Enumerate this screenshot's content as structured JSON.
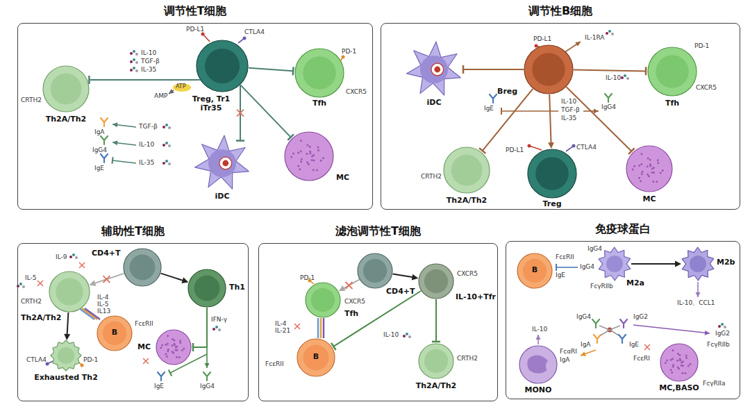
{
  "diagram": {
    "nodes": [
      {
        "text": [
          "调节性T细胞"
        ]
      },
      {
        "text": [
          "Th2A/Th2"
        ],
        "in": 0
      },
      {
        "text": [
          "Treg, Tr1 iTr35"
        ],
        "in": 0
      },
      {
        "text": [
          "Tfh"
        ],
        "in": 0
      },
      {
        "text": [
          "iDC"
        ],
        "in": 0
      },
      {
        "text": [
          "MC"
        ],
        "in": 0
      },
      {
        "text": [
          "调节性B细胞"
        ]
      },
      {
        "text": [
          "iDC"
        ],
        "in": 6
      },
      {
        "text": [
          "Breg"
        ],
        "in": 6
      },
      {
        "text": [
          "Tfh"
        ],
        "in": 6
      },
      {
        "text": [
          "Th2A/Th2"
        ],
        "in": 6
      },
      {
        "text": [
          "Treg"
        ],
        "in": 6
      },
      {
        "text": [
          "MC"
        ],
        "in": 6
      },
      {
        "text": [
          "辅助性T细胞"
        ]
      },
      {
        "text": [
          "CD4+T"
        ],
        "in": 13
      },
      {
        "text": [
          "Th2A/Th2"
        ],
        "in": 13
      },
      {
        "text": [
          "Th1"
        ],
        "in": 13
      },
      {
        "text": [
          "B"
        ],
        "in": 13
      },
      {
        "text": [
          "MC"
        ],
        "in": 13
      },
      {
        "text": [
          "Exhausted Th2"
        ],
        "in": 13
      },
      {
        "text": [
          "滤泡调节性T细胞"
        ]
      },
      {
        "text": [
          "CD4+T"
        ],
        "in": 20
      },
      {
        "text": [
          "Tfh"
        ],
        "in": 20
      },
      {
        "text": [
          "IL-10+Tfr"
        ],
        "in": 20
      },
      {
        "text": [
          "B"
        ],
        "in": 20
      },
      {
        "text": [
          "Th2A/Th2"
        ],
        "in": 20
      },
      {
        "text": [
          "免疫球蛋白"
        ]
      },
      {
        "text": [
          "B"
        ],
        "in": 26
      },
      {
        "text": [
          "M2a"
        ],
        "in": 26
      },
      {
        "text": [
          "M2b"
        ],
        "in": 26
      },
      {
        "text": [
          "MONO"
        ],
        "in": 26
      },
      {
        "text": [
          "MC,BASO"
        ],
        "in": 26
      }
    ],
    "edges": [
      {
        "from": 2,
        "to": 1,
        "arrow": "to"
      },
      {
        "from": 2,
        "to": 3,
        "arrow": "to"
      },
      {
        "from": 2,
        "to": 4,
        "arrow": "to"
      },
      {
        "from": 2,
        "to": 5,
        "arrow": "to"
      },
      {
        "from": 8,
        "to": 7,
        "arrow": "to"
      },
      {
        "from": 8,
        "to": 9,
        "arrow": "to"
      },
      {
        "from": 8,
        "to": 10,
        "arrow": "to"
      },
      {
        "from": 8,
        "to": 11,
        "arrow": "to"
      },
      {
        "from": 8,
        "to": 12,
        "arrow": "to"
      },
      {
        "from": 14,
        "to": 15,
        "arrow": "to"
      },
      {
        "from": 14,
        "to": 16,
        "arrow": "to"
      },
      {
        "from": 15,
        "to": 19,
        "arrow": "to"
      },
      {
        "from": 16,
        "to": 18,
        "arrow": "to"
      },
      {
        "from": 21,
        "to": 22,
        "arrow": "to"
      },
      {
        "from": 21,
        "to": 23,
        "arrow": "to"
      },
      {
        "from": 23,
        "to": 24,
        "arrow": "to"
      },
      {
        "from": 23,
        "to": 25,
        "arrow": "to"
      },
      {
        "from": 28,
        "to": 29,
        "arrow": "to"
      }
    ],
    "labels": [
      "PD-L1",
      "CTLA4",
      "CRTH2",
      "IL-10",
      "TGF-β",
      "IL-35",
      "ATP",
      "AMP",
      "PD-1",
      "CXCR5",
      "IgA",
      "TGF-β",
      "IgG4",
      "IL-10",
      "IgE",
      "IL-35",
      "PD-L1",
      "IL-1RA",
      "IL-10",
      "PD-1",
      "CXCR5",
      "IgE",
      "IgG4",
      "IL-10",
      "TGF-β",
      "IL-35",
      "CRTH2",
      "PD-L1",
      "CTLA4",
      "IL-9",
      "IL-5",
      "IL-4",
      "IL-5",
      "IL13",
      "CRTH2",
      "FcεRII",
      "IFN-γ",
      "IgE",
      "IgG4",
      "CTLA4",
      "PD-1",
      "PD-1",
      "CXCR5",
      "IL-4",
      "IL-21",
      "FcεRII",
      "CXCR5",
      "IL-10",
      "CRTH2",
      "FcεRII",
      "IgE",
      "IgG4",
      "IgG4",
      "FcγRIIb",
      "IL-10、CCL1",
      "IgG4",
      "IgG2",
      "IgG2",
      "FcγRIIb",
      "FcγRIIa",
      "IL-10",
      "FcαRI",
      "IgA",
      "IgA",
      "IgE",
      "FcεRI"
    ]
  }
}
